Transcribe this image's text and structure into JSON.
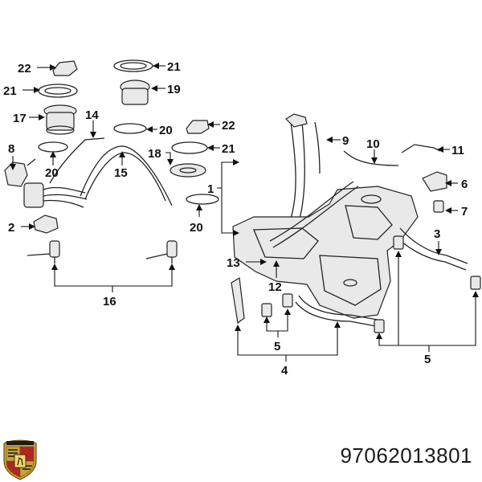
{
  "diagram": {
    "labels": [
      "22",
      "21",
      "21",
      "19",
      "17",
      "14",
      "20",
      "22",
      "8",
      "20",
      "21",
      "18",
      "15",
      "9",
      "10",
      "11",
      "6",
      "1",
      "7",
      "2",
      "20",
      "3",
      "13",
      "12",
      "16",
      "5",
      "5",
      "4"
    ]
  },
  "footer": {
    "part_number": "97062013801",
    "brand_logo_icon": "porsche-crest-icon"
  },
  "colors": {
    "line": "#222222",
    "fill": "#e9e9e9",
    "logo_gold": "#c8a23a",
    "logo_red": "#b3261e"
  }
}
